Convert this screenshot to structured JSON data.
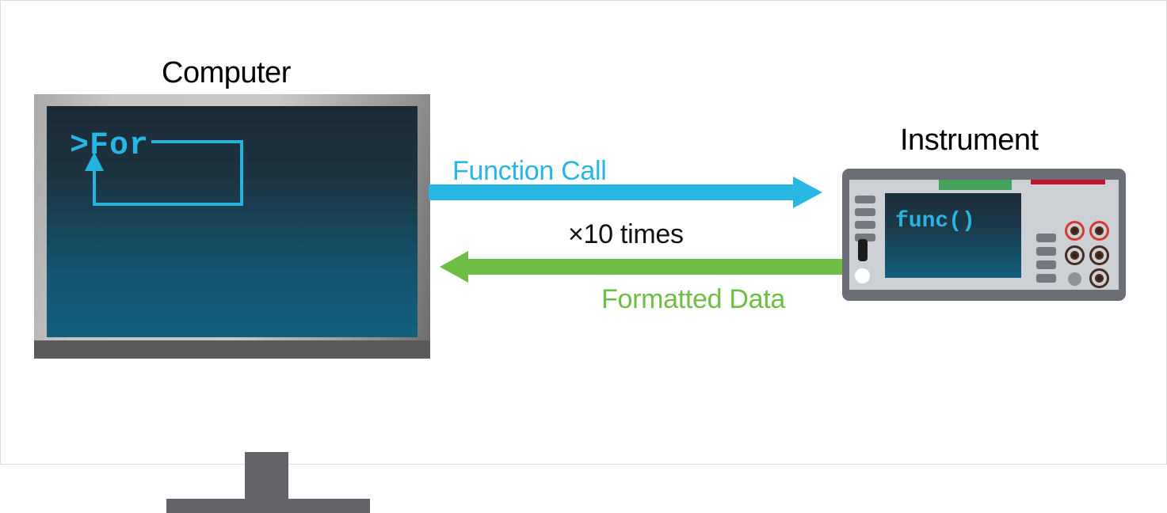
{
  "diagram": {
    "type": "flow-diagram",
    "background_color": "#ffffff",
    "border_color": "#dcdcdc"
  },
  "computer": {
    "title": "Computer",
    "title_color": "#000000",
    "screen": {
      "prompt_text": ">For",
      "prompt_color": "#28b5e1",
      "loop_arrow": "loop-back-arrow",
      "gradient_from": "#1b2a37",
      "gradient_to": "#125f7d"
    },
    "bezel_color": "#c6c6c6",
    "stand_color": "#646568"
  },
  "instrument": {
    "title": "Instrument",
    "title_color": "#000000",
    "screen": {
      "text": "func()",
      "text_color": "#2ab4e0",
      "gradient_from": "#1c2c39",
      "gradient_to": "#125f7e"
    },
    "indicator_green": "#43a35b",
    "indicator_red": "#c3122f",
    "face_color": "#cdd1d6",
    "chassis_color": "#6b6e74",
    "left_buttons": 4,
    "right_buttons": 4,
    "jacks": [
      {
        "name": "jack-red-1",
        "color": "#d63b31"
      },
      {
        "name": "jack-red-2",
        "color": "#d63b31"
      },
      {
        "name": "jack-dark-1",
        "color": "#4a2b20"
      },
      {
        "name": "jack-dark-2",
        "color": "#4a2b20"
      },
      {
        "name": "jack-dark-3",
        "color": "#4a2b20"
      }
    ],
    "power_indicator": "#ffffff"
  },
  "arrows": {
    "forward": {
      "label": "Function Call",
      "color": "#29b6e3",
      "direction": "right",
      "from": "computer",
      "to": "instrument"
    },
    "backward": {
      "label": "Formatted Data",
      "color": "#6fbd44",
      "direction": "left",
      "from": "instrument",
      "to": "computer"
    },
    "repeat_label": "×10 times",
    "repeat_label_color": "#111111"
  }
}
